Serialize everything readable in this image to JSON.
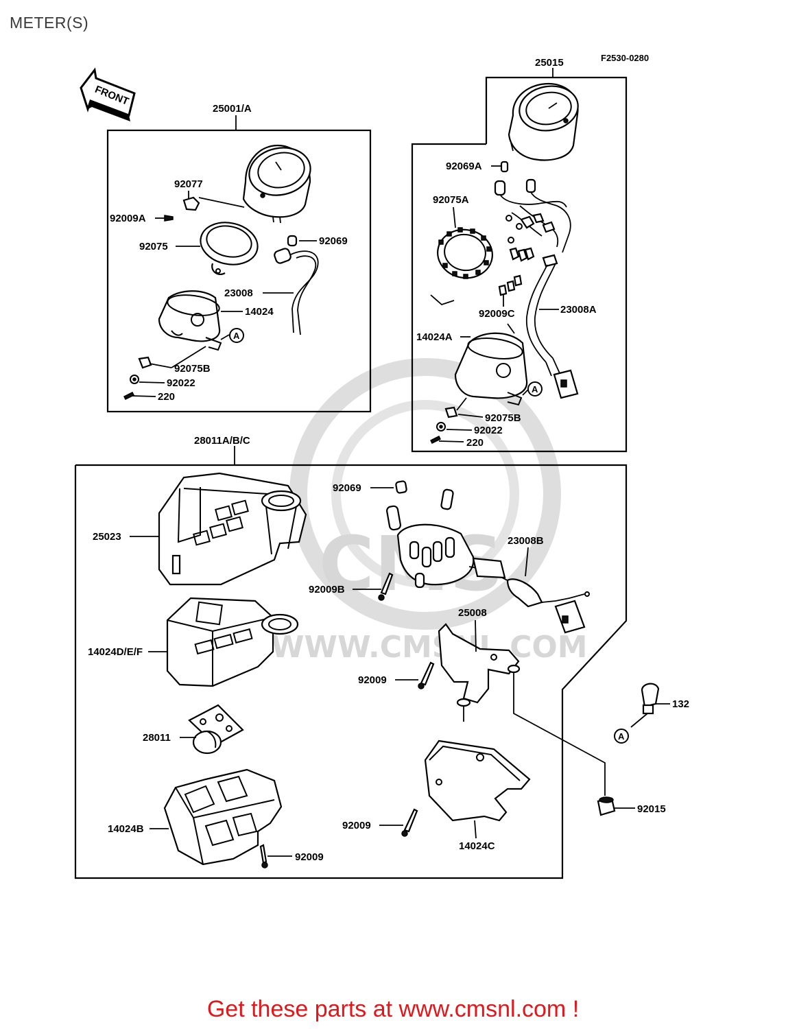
{
  "page_title": "METER(S)",
  "drawing_code": "F2530-0280",
  "front_label": "FRONT",
  "watermark": "WWW.CMSNL.COM",
  "groups": {
    "left_speedometer": "25001/A",
    "right_tachometer": "25015",
    "bottom_panel": "28011A/B/C"
  },
  "labels": {
    "l_92077": "92077",
    "l_92009A": "92009A",
    "l_92075": "92075",
    "l_92069": "92069",
    "l_23008": "23008",
    "l_14024": "14024",
    "l_92075B": "92075B",
    "l_92022": "92022",
    "l_220": "220",
    "r_92069A": "92069A",
    "r_92075A": "92075A",
    "r_92009C": "92009C",
    "r_23008A": "23008A",
    "r_14024A": "14024A",
    "r_92075B": "92075B",
    "r_92022": "92022",
    "r_220": "220",
    "b_92069": "92069",
    "b_25023": "25023",
    "b_23008B": "23008B",
    "b_92009B": "92009B",
    "b_25008": "25008",
    "b_14024DEF": "14024D/E/F",
    "b_92009_bracket": "92009",
    "b_132": "132",
    "b_28011": "28011",
    "b_92015": "92015",
    "b_14024B": "14024B",
    "b_92009_cover": "92009",
    "b_14024C": "14024C",
    "b_92009_bottom": "92009",
    "ref_a": "A"
  },
  "footer_banner": "Get these parts at www.cmsnl.com !"
}
